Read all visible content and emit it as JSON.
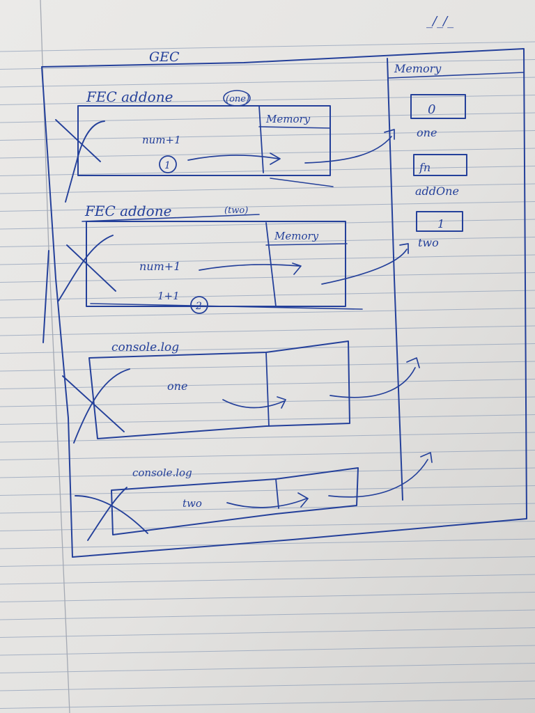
{
  "header": {
    "date_mark": "_/_/_"
  },
  "gec": {
    "label": "GEC"
  },
  "global_memory": {
    "title": "Memory",
    "entries": [
      {
        "value": "0",
        "name": "one"
      },
      {
        "value": "fn",
        "name": "addOne"
      },
      {
        "value": "1",
        "name": "two"
      }
    ]
  },
  "fec_one": {
    "label": "FEC addone",
    "arg": "(one)",
    "memory_title": "Memory",
    "code": "num+1",
    "marker": "1"
  },
  "fec_two": {
    "label": "FEC addone",
    "arg": "(two)",
    "memory_title": "Memory",
    "code_1": "num+1",
    "code_2": "1+1",
    "marker": "2"
  },
  "console_one": {
    "label": "console.log",
    "code": "one"
  },
  "console_two": {
    "label": "console.log",
    "code": "two"
  },
  "colors": {
    "ink": "#24409a",
    "paper": "#e6e5e3",
    "rule": "#8f9fb8",
    "margin": "#a4a9b3"
  }
}
